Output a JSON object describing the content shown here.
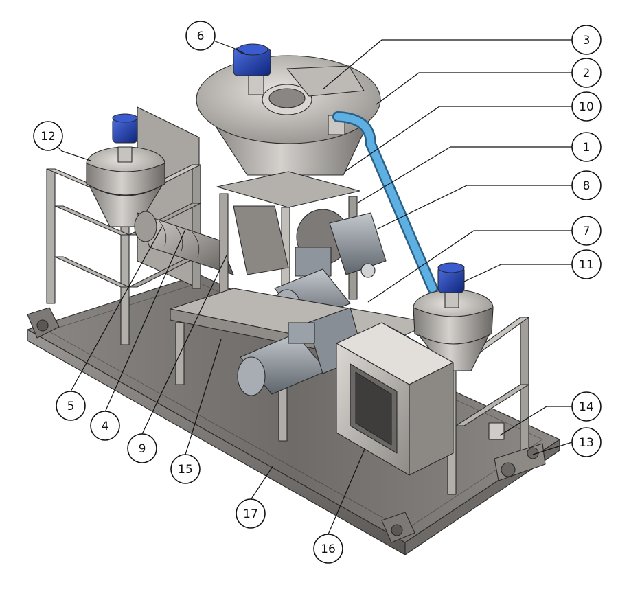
{
  "colors": {
    "steel_light": "#b9b6b2",
    "steel_mid": "#8d8a86",
    "steel_dark": "#55524f",
    "motor_blue": "#1f3fa8",
    "hose_blue": "#4f9fd3",
    "grey_motor": "#8e959c"
  },
  "callouts": [
    {
      "id": "1",
      "label": "1"
    },
    {
      "id": "2",
      "label": "2"
    },
    {
      "id": "3",
      "label": "3"
    },
    {
      "id": "4",
      "label": "4"
    },
    {
      "id": "5",
      "label": "5"
    },
    {
      "id": "6",
      "label": "6"
    },
    {
      "id": "7",
      "label": "7"
    },
    {
      "id": "8",
      "label": "8"
    },
    {
      "id": "9",
      "label": "9"
    },
    {
      "id": "10",
      "label": "10"
    },
    {
      "id": "11",
      "label": "11"
    },
    {
      "id": "12",
      "label": "12"
    },
    {
      "id": "13",
      "label": "13"
    },
    {
      "id": "14",
      "label": "14"
    },
    {
      "id": "15",
      "label": "15"
    },
    {
      "id": "16",
      "label": "16"
    },
    {
      "id": "17",
      "label": "17"
    }
  ]
}
